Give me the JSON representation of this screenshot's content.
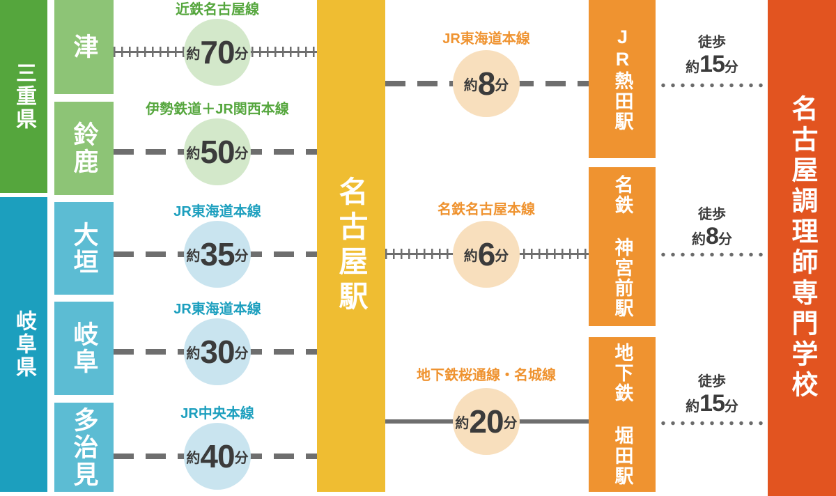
{
  "palette": {
    "mie_green": "#55A63D",
    "mie_city_green": "#8DC476",
    "green_circle": "#D3E8CA",
    "gifu_teal": "#1C9FBE",
    "gifu_city_teal": "#5CBCD3",
    "blue_circle": "#C9E4EF",
    "hub_yellow": "#EFBD32",
    "station_orange": "#EF9330",
    "peach_circle": "#F8DFBD",
    "school_red": "#E25420",
    "line_gray": "#6E6E6E",
    "text_dark": "#3B3B3B"
  },
  "prefectures": [
    {
      "name": "三重県"
    },
    {
      "name": "岐阜県"
    }
  ],
  "left_routes": [
    {
      "city": "津",
      "line": "近鉄名古屋線",
      "time_approx": "約",
      "time_value": "70",
      "time_unit": "分"
    },
    {
      "city": "鈴鹿",
      "line": "伊勢鉄道＋JR関西本線",
      "time_approx": "約",
      "time_value": "50",
      "time_unit": "分"
    },
    {
      "city": "大垣",
      "line": "JR東海道本線",
      "time_approx": "約",
      "time_value": "35",
      "time_unit": "分"
    },
    {
      "city": "岐阜",
      "line": "JR東海道本線",
      "time_approx": "約",
      "time_value": "30",
      "time_unit": "分"
    },
    {
      "city": "多治見",
      "line": "JR中央本線",
      "time_approx": "約",
      "time_value": "40",
      "time_unit": "分"
    }
  ],
  "hub": {
    "name": "名古屋駅"
  },
  "right_routes": [
    {
      "line": "JR東海道本線",
      "time_approx": "約",
      "time_value": "8",
      "time_unit": "分",
      "station": "JR熱田駅",
      "walk_label": "徒歩",
      "walk_approx": "約",
      "walk_value": "15",
      "walk_unit": "分"
    },
    {
      "line": "名鉄名古屋本線",
      "time_approx": "約",
      "time_value": "6",
      "time_unit": "分",
      "station": "名鉄 神宮前駅",
      "walk_label": "徒歩",
      "walk_approx": "約",
      "walk_value": "8",
      "walk_unit": "分"
    },
    {
      "line": "地下鉄桜通線・名城線",
      "time_approx": "約",
      "time_value": "20",
      "time_unit": "分",
      "station": "地下鉄 堀田駅",
      "walk_label": "徒歩",
      "walk_approx": "約",
      "walk_value": "15",
      "walk_unit": "分"
    }
  ],
  "destination": {
    "name": "名古屋調理師専門学校"
  }
}
